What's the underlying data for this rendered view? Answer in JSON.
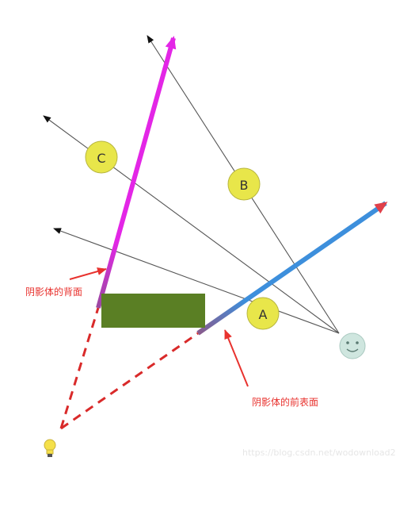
{
  "points": {
    "a_label": "A",
    "b_label": "B",
    "c_label": "C"
  },
  "annotations": {
    "back_face": "阴影体的背面",
    "front_face": "阴影体的前表面"
  },
  "watermark": "https://blog.csdn.net/wodownload2",
  "colors": {
    "back_face_edge": "#e326e6",
    "front_face_edge": "#3d8fdc",
    "box_fill": "#5a7f24",
    "point_fill": "#e8e64a",
    "annotation_red": "#e8322e",
    "shadow_dash": "#d92a2a",
    "ray_gray": "#555555",
    "eye_fill": "#cfe6df"
  },
  "icons": {
    "light": "light-bulb-icon",
    "viewer": "smiley-eye-icon"
  }
}
